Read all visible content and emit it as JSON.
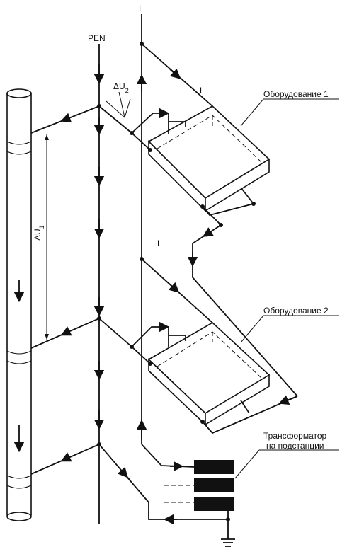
{
  "labels": {
    "pen": "PEN",
    "l_top": "L",
    "l_mid1": "L",
    "l_mid2": "L",
    "du2": "ΔU",
    "du2_sub": "2",
    "du1": "ΔU",
    "du1_sub": "1",
    "equipment1": "Оборудование 1",
    "equipment2": "Оборудование 2",
    "transformer_line1": "Трансформатор",
    "transformer_line2": "на подстанции"
  }
}
